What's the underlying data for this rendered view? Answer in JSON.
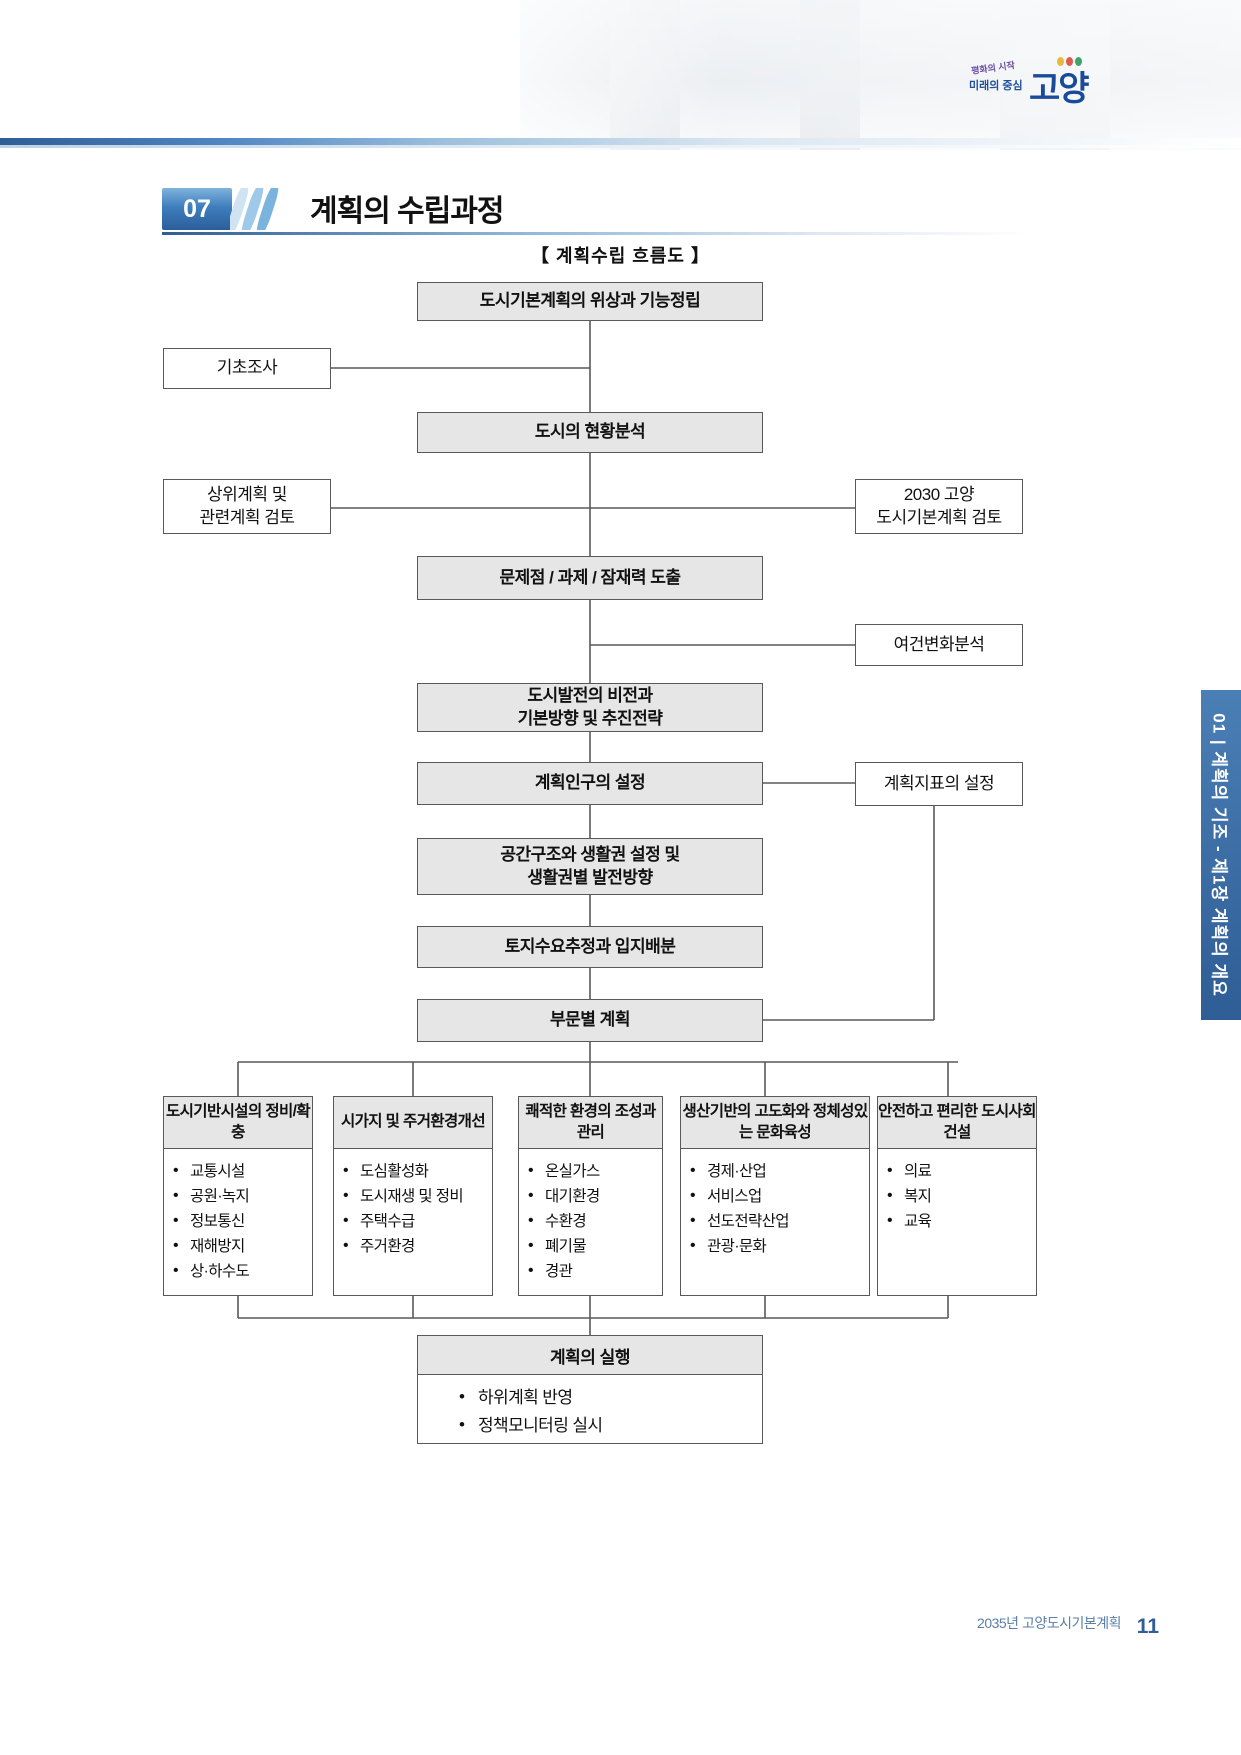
{
  "header": {
    "section_number": "07",
    "section_title": "계획의 수립과정"
  },
  "logo": {
    "tagline_top": "평화의 시작",
    "tagline_bottom": "미래의 중심",
    "name": "고양"
  },
  "flow": {
    "caption": "【  계획수립  흐름도  】",
    "nodes": {
      "n1": "도시기본계획의 위상과 기능정립",
      "n2": "도시의 현황분석",
      "n3": "문제점 / 과제 / 잠재력 도출",
      "n4_line1": "도시발전의 비전과",
      "n4_line2": "기본방향 및 추진전략",
      "n5": "계획인구의 설정",
      "n6_line1": "공간구조와 생활권 설정 및",
      "n6_line2": "생활권별 발전방향",
      "n7": "토지수요추정과 입지배분",
      "n8": "부문별 계획",
      "side_left_1": "기초조사",
      "side_left_2_line1": "상위계획 및",
      "side_left_2_line2": "관련계획 검토",
      "side_right_1_line1": "2030 고양",
      "side_right_1_line2": "도시기본계획 검토",
      "side_right_2": "여건변화분석",
      "side_right_3": "계획지표의 설정"
    },
    "columns": [
      {
        "title_line1": "도시기반시설의",
        "title_line2": "정비/확충",
        "items": [
          "교통시설",
          "공원·녹지",
          "정보통신",
          "재해방지",
          "상·하수도"
        ]
      },
      {
        "title_line1": "시가지 및",
        "title_line2": "주거환경개선",
        "items": [
          "도심활성화",
          "도시재생 및 정비",
          "주택수급",
          "주거환경"
        ]
      },
      {
        "title_line1": "쾌적한 환경의",
        "title_line2": "조성과 관리",
        "items": [
          "온실가스",
          "대기환경",
          "수환경",
          "폐기물",
          "경관"
        ]
      },
      {
        "title_line1": "생산기반의 고도화와",
        "title_line2": "정체성있는 문화육성",
        "items": [
          "경제·산업",
          "서비스업",
          "선도전략산업",
          "관광·문화"
        ]
      },
      {
        "title_line1": "안전하고 편리한",
        "title_line2": "도시사회 건설",
        "items": [
          "의료",
          "복지",
          "교육"
        ]
      }
    ],
    "execution": {
      "title": "계획의 실행",
      "items": [
        "하위계획 반영",
        "정책모니터링 실시"
      ]
    }
  },
  "side_tab": {
    "label": "01 | 계획의 기조 - 제1장 계획의 개요"
  },
  "footer": {
    "document_title": "2035년 고양도시기본계획",
    "page_number": "11"
  },
  "colors": {
    "accent_blue": "#2f5d96",
    "box_fill": "#e6e6e6",
    "box_border": "#595959"
  }
}
